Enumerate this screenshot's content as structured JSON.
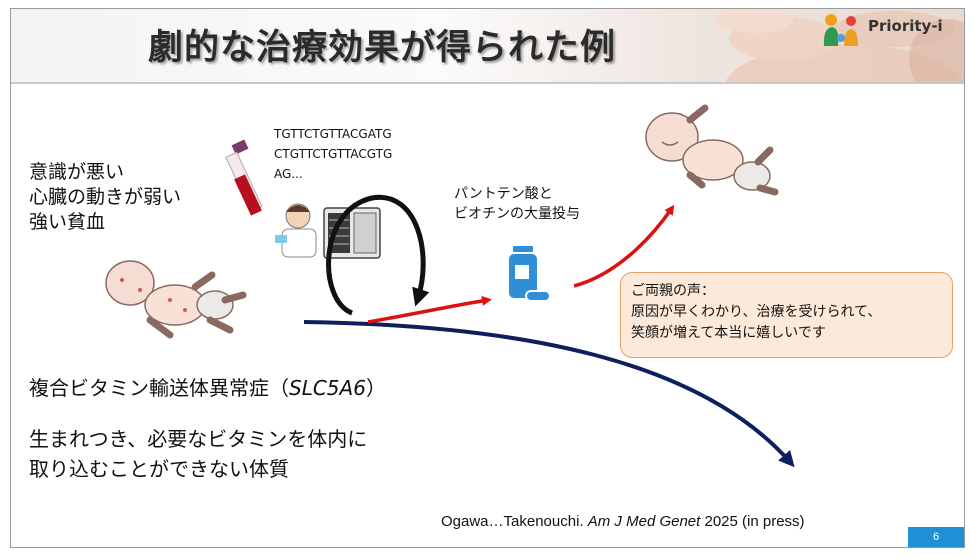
{
  "slide": {
    "title": "劇的な治療効果が得られた例",
    "logo_text": "Priority-i",
    "page_number": "6"
  },
  "symptoms": [
    "意識が悪い",
    "心臓の動きが弱い",
    "強い貧血"
  ],
  "dna_sequence": [
    "TGTTCTGTTACGATG",
    "CTGTTCTGTTACGTG",
    "AG..."
  ],
  "treatment": [
    "パントテン酸と",
    "ビオチンの大量投与"
  ],
  "parent_voice": {
    "heading": "ご両親の声：",
    "lines": [
      "原因が早くわかり、治療を受けられて、",
      "笑顔が増えて本当に嬉しいです"
    ]
  },
  "disease": {
    "name_prefix": "複合ビタミン輸送体異常症（",
    "gene": "SLC5A6",
    "name_suffix": "）"
  },
  "description": [
    "生まれつき、必要なビタミンを体内に",
    "取り込むことができない体質"
  ],
  "citation": {
    "authors": "Ogawa…Takenouchi.",
    "journal": "Am J Med Genet",
    "year_status": "2025 (in press)"
  },
  "colors": {
    "red_arrow": "#dd1111",
    "navy_arrow": "#0d1f5c",
    "voice_fill": "#fde9d9",
    "voice_border": "#e6a06a",
    "pill_blue": "#2e8ed8",
    "page_badge": "#1f8fd6"
  }
}
